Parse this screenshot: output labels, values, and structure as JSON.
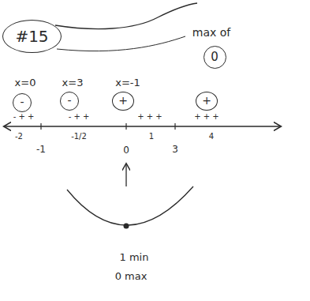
{
  "diagram": {
    "nodes": [
      {
        "text": [
          "#15"
        ]
      },
      {
        "text": [
          "0"
        ]
      },
      {
        "text": [
          "-"
        ]
      },
      {
        "text": [
          "-"
        ]
      },
      {
        "text": [
          "+"
        ]
      },
      {
        "text": [
          "+"
        ]
      }
    ],
    "labels": [
      "max of",
      "x=0",
      "x=3",
      "x=-1",
      "- + +",
      "- + +",
      "+ + +",
      "+ + +",
      "-2",
      "-1/2",
      "1",
      "4",
      "-1",
      "0",
      "3",
      "1 min",
      "0 max"
    ]
  }
}
